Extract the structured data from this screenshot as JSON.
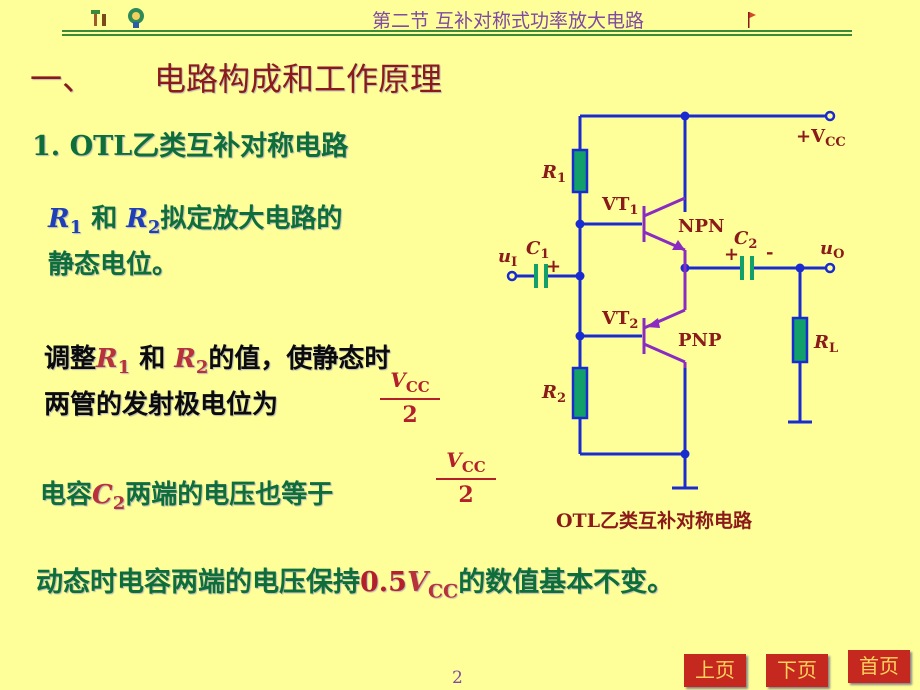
{
  "header": {
    "title": "第二节  互补对称式功率放大电路"
  },
  "section": {
    "number": "一、",
    "title": "电路构成和工作原理"
  },
  "subheading": "1. OTL乙类互补对称电路",
  "para1": {
    "r1": "R",
    "r1_sub": "1",
    "and": " 和 ",
    "r2": "R",
    "r2_sub": "2",
    "rest": "拟定放大电路的",
    "line2": "静态电位。"
  },
  "para2": {
    "lead": "调整",
    "r1": "R",
    "r1_sub": "1",
    "and": " 和 ",
    "r2": "R",
    "r2_sub": "2",
    "rest": "的值，使静态时",
    "line2": "两管的发射极电位为"
  },
  "para3": {
    "lead": "电容",
    "c": "C",
    "c_sub": "2",
    "rest": "两端的电压也等于"
  },
  "fraction": {
    "num_var": "V",
    "num_sub": "CC",
    "den": "2"
  },
  "para4": {
    "lead": "动态时电容两端的电压保持",
    "value": "0.5",
    "var": "V",
    "var_sub": "CC",
    "rest": "的数值基本不变。"
  },
  "circuit": {
    "vcc_label": "+V",
    "vcc_sub": "CC",
    "r1_label": "R",
    "r1_sub": "1",
    "r2_label": "R",
    "r2_sub": "2",
    "vt1_label": "VT",
    "vt1_sub": "1",
    "vt2_label": "VT",
    "vt2_sub": "2",
    "npn_label": "NPN",
    "pnp_label": "PNP",
    "c1_label": "C",
    "c1_sub": "1",
    "c1_plus": "+",
    "c2_label": "C",
    "c2_sub": "2",
    "c2_plus": "+",
    "c2_minus": "-",
    "ui_label": "u",
    "ui_sub": "I",
    "uo_label": "u",
    "uo_sub": "O",
    "rl_label": "R",
    "rl_sub": "L",
    "caption": "OTL乙类互补对称电路"
  },
  "nav": {
    "prev": "上页",
    "next": "下页",
    "home": "首页"
  },
  "page_number": "2",
  "colors": {
    "background": "#FFFF99",
    "wire": "#1A2BD0",
    "transistor": "#8A2BC2",
    "resistor_fill": "#12A06A",
    "title_red": "#8B1A1A",
    "text_green": "#0E6E3A",
    "nav_red": "#C4281F"
  }
}
